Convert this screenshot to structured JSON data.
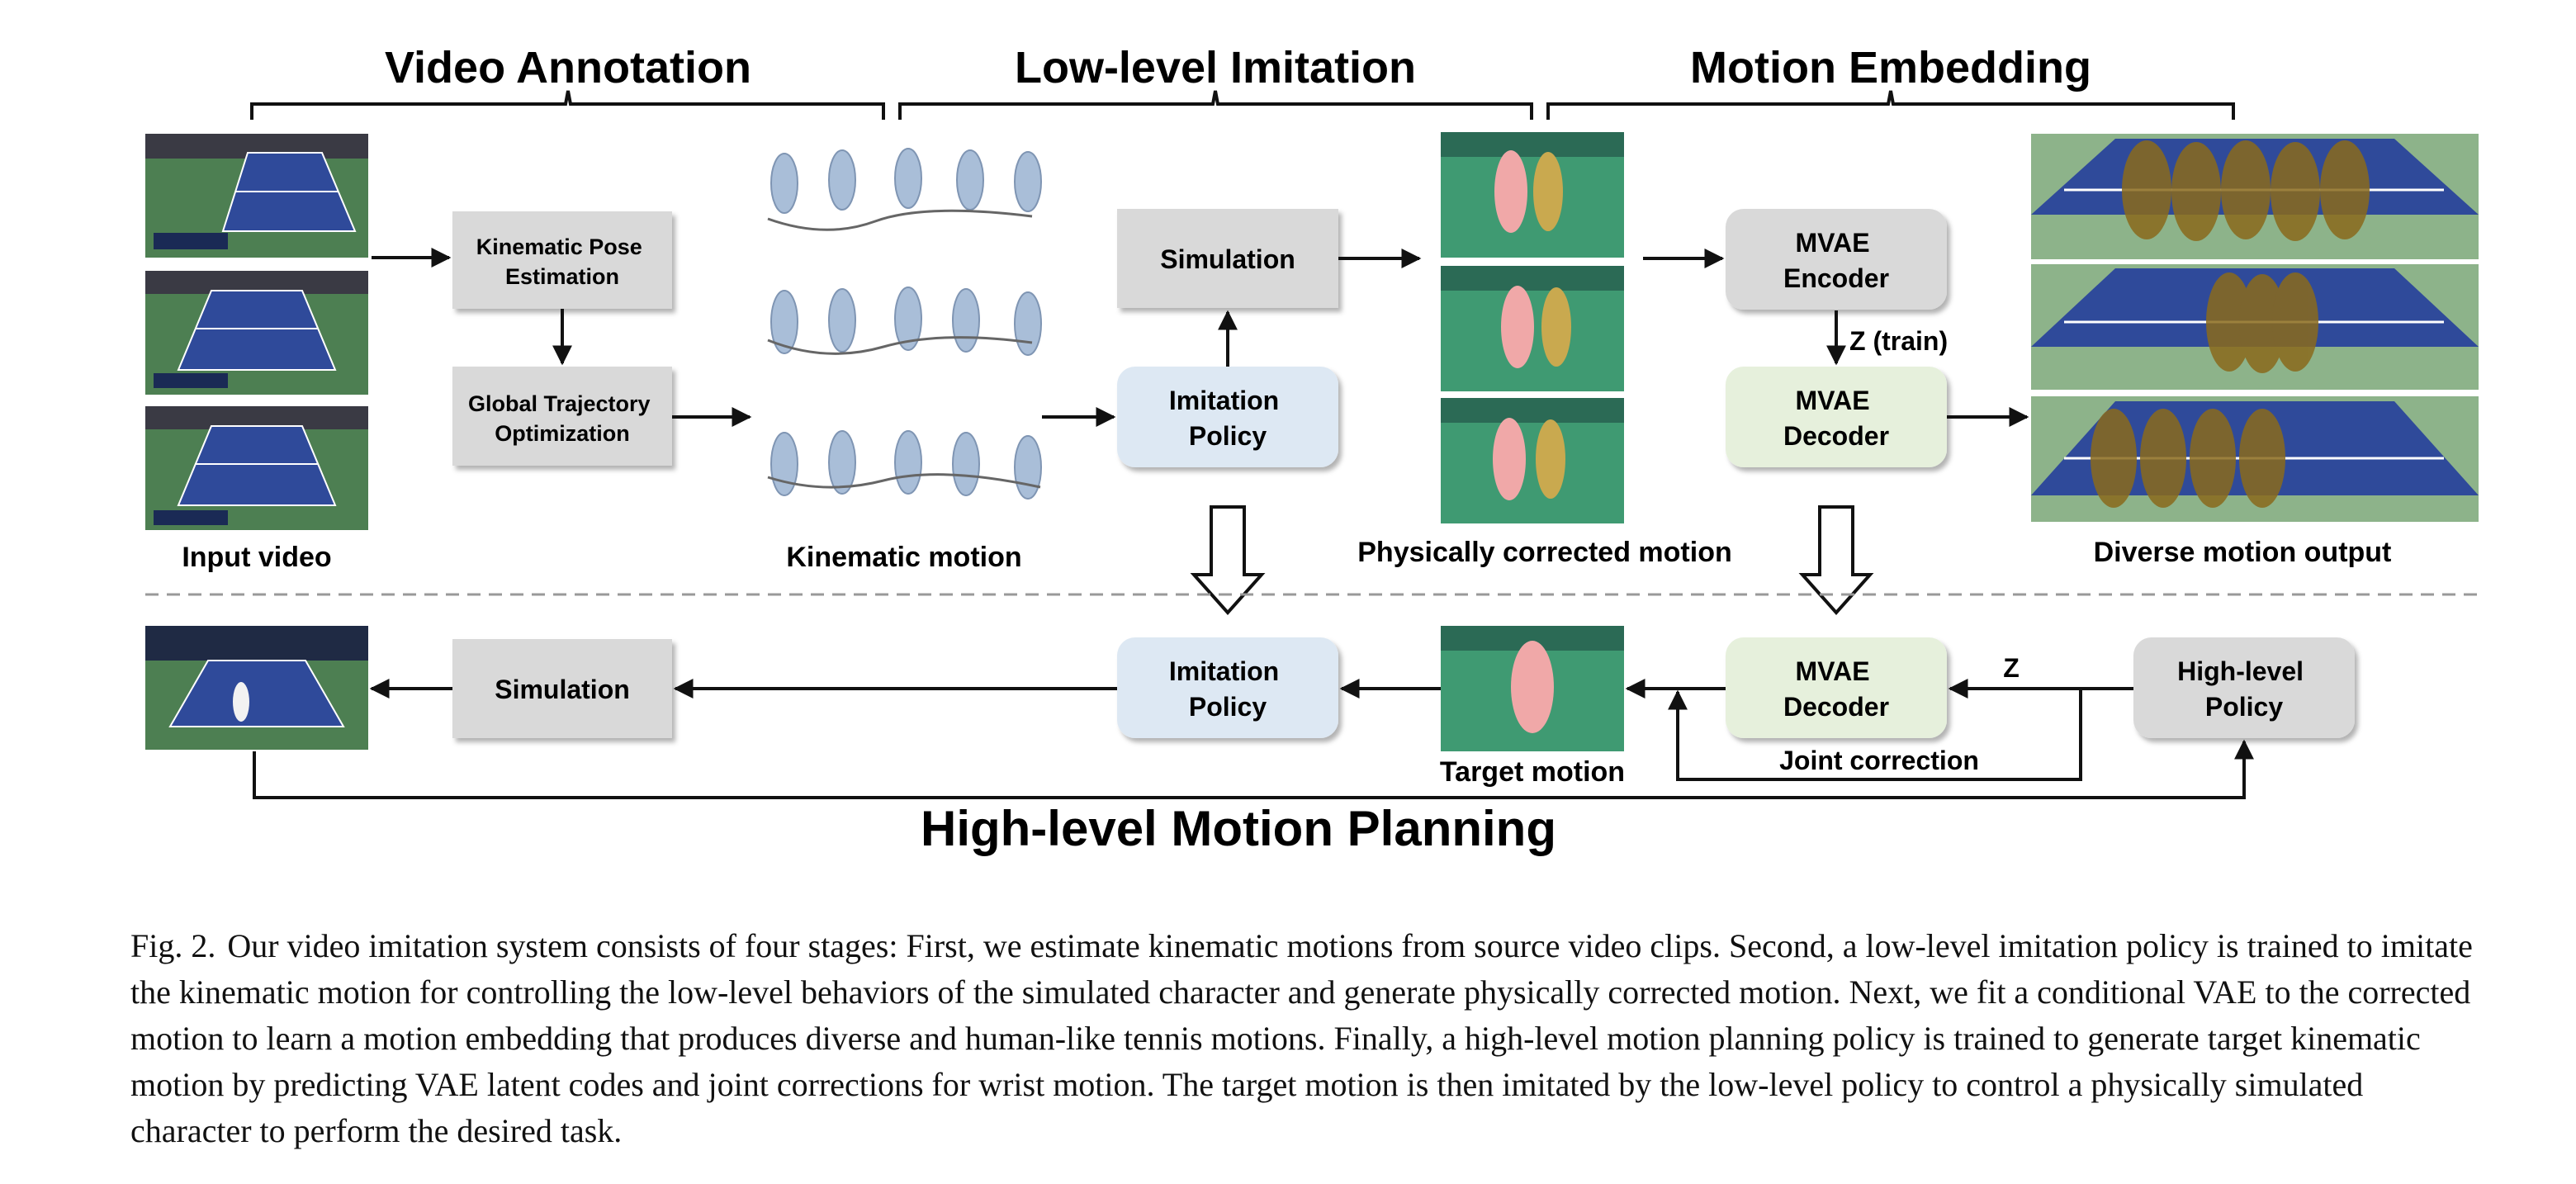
{
  "sections": {
    "video_annotation": "Video Annotation",
    "low_level_imitation": "Low-level Imitation",
    "motion_embedding": "Motion Embedding",
    "high_level_planning": "High-level Motion Planning"
  },
  "boxes": {
    "kinematic_pose": [
      "Kinematic Pose",
      "Estimation"
    ],
    "global_traj": [
      "Global Trajectory",
      "Optimization"
    ],
    "simulation_top": "Simulation",
    "imitation_policy_top": [
      "Imitation",
      "Policy"
    ],
    "mvae_encoder": [
      "MVAE",
      "Encoder"
    ],
    "mvae_decoder_top": [
      "MVAE",
      "Decoder"
    ],
    "simulation_bottom": "Simulation",
    "imitation_policy_bottom": [
      "Imitation",
      "Policy"
    ],
    "mvae_decoder_bottom": [
      "MVAE",
      "Decoder"
    ],
    "high_level_policy": [
      "High-level",
      "Policy"
    ]
  },
  "labels": {
    "input_video": "Input video",
    "kinematic_motion": "Kinematic motion",
    "physically_corrected": "Physically corrected motion",
    "diverse_output": "Diverse motion output",
    "target_motion": "Target motion",
    "joint_correction": "Joint correction",
    "z_train": "Z (train)",
    "z": "Z"
  },
  "colors": {
    "gray_box": "#d9d9d9",
    "blue_box": "#dde8f3",
    "green_box": "#e6f0dc",
    "court_green": "#4d7f52",
    "court_blue": "#2f4a9a",
    "sim_floor": "#3f9a72",
    "robot_blue": "#a9bed8",
    "character_pink": "#f0a8a8",
    "character_gold": "#c9a94f"
  },
  "caption": {
    "label": "Fig. 2.",
    "text": "Our video imitation system consists of four stages: First, we estimate kinematic motions from source video clips. Second, a low-level imitation policy is trained to imitate the kinematic motion for controlling the low-level behaviors of the simulated character and generate physically corrected motion. Next, we fit a conditional VAE to the corrected motion to learn a motion embedding that produces diverse and human-like tennis motions. Finally, a high-level motion planning policy is trained to generate target kinematic motion by predicting VAE latent codes and joint corrections for wrist motion. The target motion is then imitated by the low-level policy to control a physically simulated character to perform the desired task."
  }
}
